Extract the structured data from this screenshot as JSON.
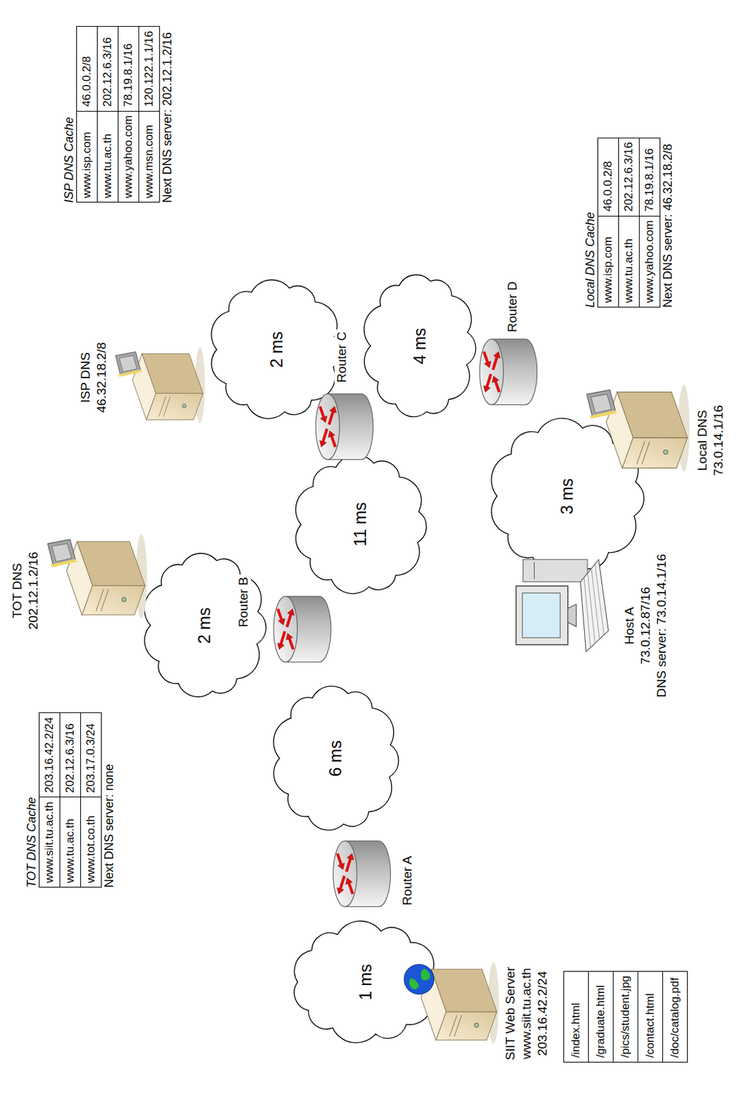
{
  "diagram": {
    "nodes": [
      {
        "text": [
          "TOT DNS",
          "202.12.1.2/16"
        ]
      },
      {
        "text": [
          "ISP DNS",
          "46.32.18.2/8"
        ]
      },
      {
        "text": [
          "2 ms"
        ]
      },
      {
        "text": [
          "Router B"
        ]
      },
      {
        "text": [
          "11 ms"
        ]
      },
      {
        "text": [
          "Router C"
        ]
      },
      {
        "text": [
          "2 ms"
        ]
      },
      {
        "text": [
          "4 ms"
        ]
      },
      {
        "text": [
          "Router D"
        ]
      },
      {
        "text": [
          "6 ms"
        ]
      },
      {
        "text": [
          "Router A"
        ]
      },
      {
        "text": [
          "1 ms"
        ]
      },
      {
        "text": [
          "3 ms"
        ]
      },
      {
        "text": [
          "Local DNS",
          "73.0.14.1/16"
        ]
      },
      {
        "text": [
          "Host A",
          "73.0.12.87/16",
          "DNS server: 73.0.14.1/16"
        ]
      },
      {
        "text": [
          "SIIT Web Server",
          "www.siit.tu.ac.th",
          "203.16.42.2/24"
        ]
      }
    ],
    "labels": [
      "TOT DNS Cache",
      "www.siit.tu.ac.th",
      "203.16.42.2/24",
      "www.tu.ac.th",
      "202.12.6.3/16",
      "www.tot.co.th",
      "203.17.0.3/24",
      "Next DNS server: none",
      "ISP DNS Cache",
      "www.isp.com",
      "46.0.0.2/8",
      "www.tu.ac.th",
      "202.12.6.3/16",
      "www.yahoo.com",
      "78.19.8.1/16",
      "www.msn.com",
      "120.122.1.1/16",
      "Next DNS server: 202.12.1.2/16",
      "Local DNS Cache",
      "www.isp.com",
      "46.0.0.2/8",
      "www.tu.ac.th",
      "202.12.6.3/16",
      "www.yahoo.com",
      "78.19.8.1/16",
      "Next DNS server: 46.32.18.2/8",
      "/index.html",
      "/graduate.html",
      "/pics/student.jpg",
      "/contact.html",
      "/doc/catalog.pdf"
    ]
  }
}
